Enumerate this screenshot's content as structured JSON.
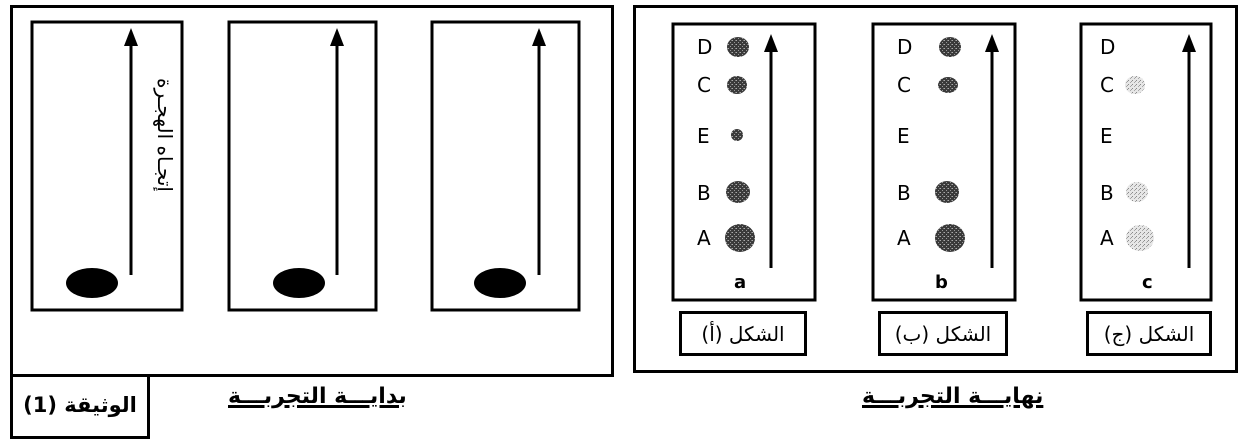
{
  "document_label": "الوثيقة (1)",
  "start_section": {
    "caption": "بدايـــة التجربـــة",
    "arrow_label": "إتجـاه الهجـرة"
  },
  "end_section": {
    "caption": "نهايـــة التجربـــة",
    "figures": [
      {
        "tag": "الشكل (أ)",
        "letter": "a",
        "labels": [
          "D",
          "C",
          "E",
          "B",
          "A"
        ],
        "spots": [
          "D",
          "C",
          "E",
          "B",
          "A"
        ]
      },
      {
        "tag": "الشكل (ب)",
        "letter": "b",
        "labels": [
          "D",
          "C",
          "E",
          "B",
          "A"
        ],
        "spots": [
          "D",
          "C",
          "B",
          "A"
        ]
      },
      {
        "tag": "الشكل (ج)",
        "letter": "c",
        "labels": [
          "D",
          "C",
          "E",
          "B",
          "A"
        ],
        "spots": [
          "C",
          "B",
          "A"
        ]
      }
    ]
  },
  "colors": {
    "ink": "#000000",
    "paper": "#ffffff",
    "spot_dark": "#555555",
    "spot_light": "#bdbdbd"
  }
}
